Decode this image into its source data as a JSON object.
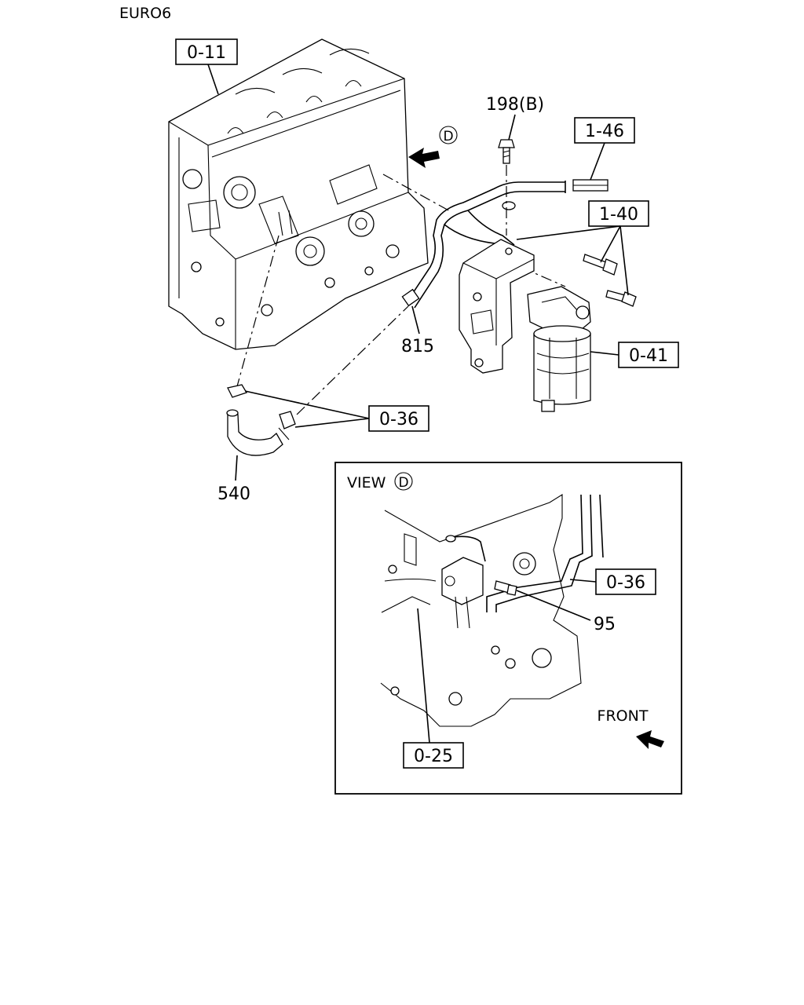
{
  "diagram": {
    "variant": "EURO6",
    "view_label": "VIEW",
    "view_marker": "D",
    "direction_label": "FRONT",
    "callouts": {
      "engine_block": "0-11",
      "pipe_ref": "1-46",
      "bolts_ref": "1-40",
      "filter_ref": "0-41",
      "clips_ref": "0-36",
      "view_clip_ref": "0-36",
      "view_bracket_ref": "0-25"
    },
    "part_numbers": {
      "top_bolt": "198(B)",
      "fuel_pipe": "815",
      "hose": "540",
      "view_bolt": "95"
    }
  }
}
